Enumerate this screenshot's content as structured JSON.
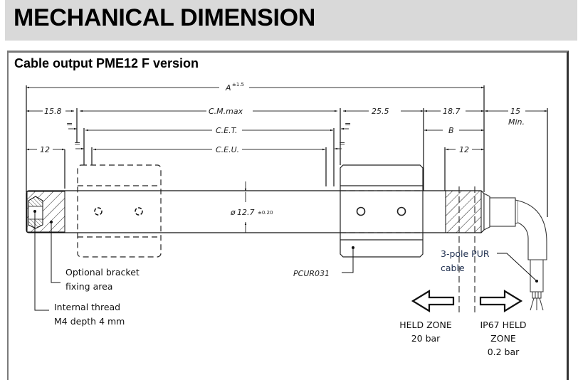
{
  "header": {
    "title": "MECHANICAL DIMENSION",
    "band_color": "#d9d9d9"
  },
  "panel": {
    "title": "Cable output PME12 F version"
  },
  "dimensions": {
    "overall": {
      "label": "A",
      "tolerance": "±1.5"
    },
    "left_offset": "15.8",
    "cm_max": "C.M.max",
    "cet": "C.E.T.",
    "ceu": "C.E.U.",
    "left_fix": "12",
    "right_gap": "25.5",
    "right_end": "18.7",
    "cable_min_value": "15",
    "cable_min_note": "Min.",
    "b_label": "B",
    "right_fix": "12",
    "equal_mark": "=",
    "diameter": {
      "symbol": "ø",
      "value": "12.7",
      "tolerance": "±0.20"
    }
  },
  "annotations": {
    "bracket_part": "PCUR031",
    "optional_bracket": [
      "Optional bracket",
      "fixing area"
    ],
    "internal_thread": [
      "Internal thread",
      "M4 depth 4 mm"
    ],
    "cable": [
      "3-pole PUR",
      "cable"
    ],
    "held_zone": [
      "HELD ZONE",
      "20 bar"
    ],
    "ip67_zone": [
      "IP67 HELD",
      "ZONE",
      "0.2 bar"
    ]
  }
}
